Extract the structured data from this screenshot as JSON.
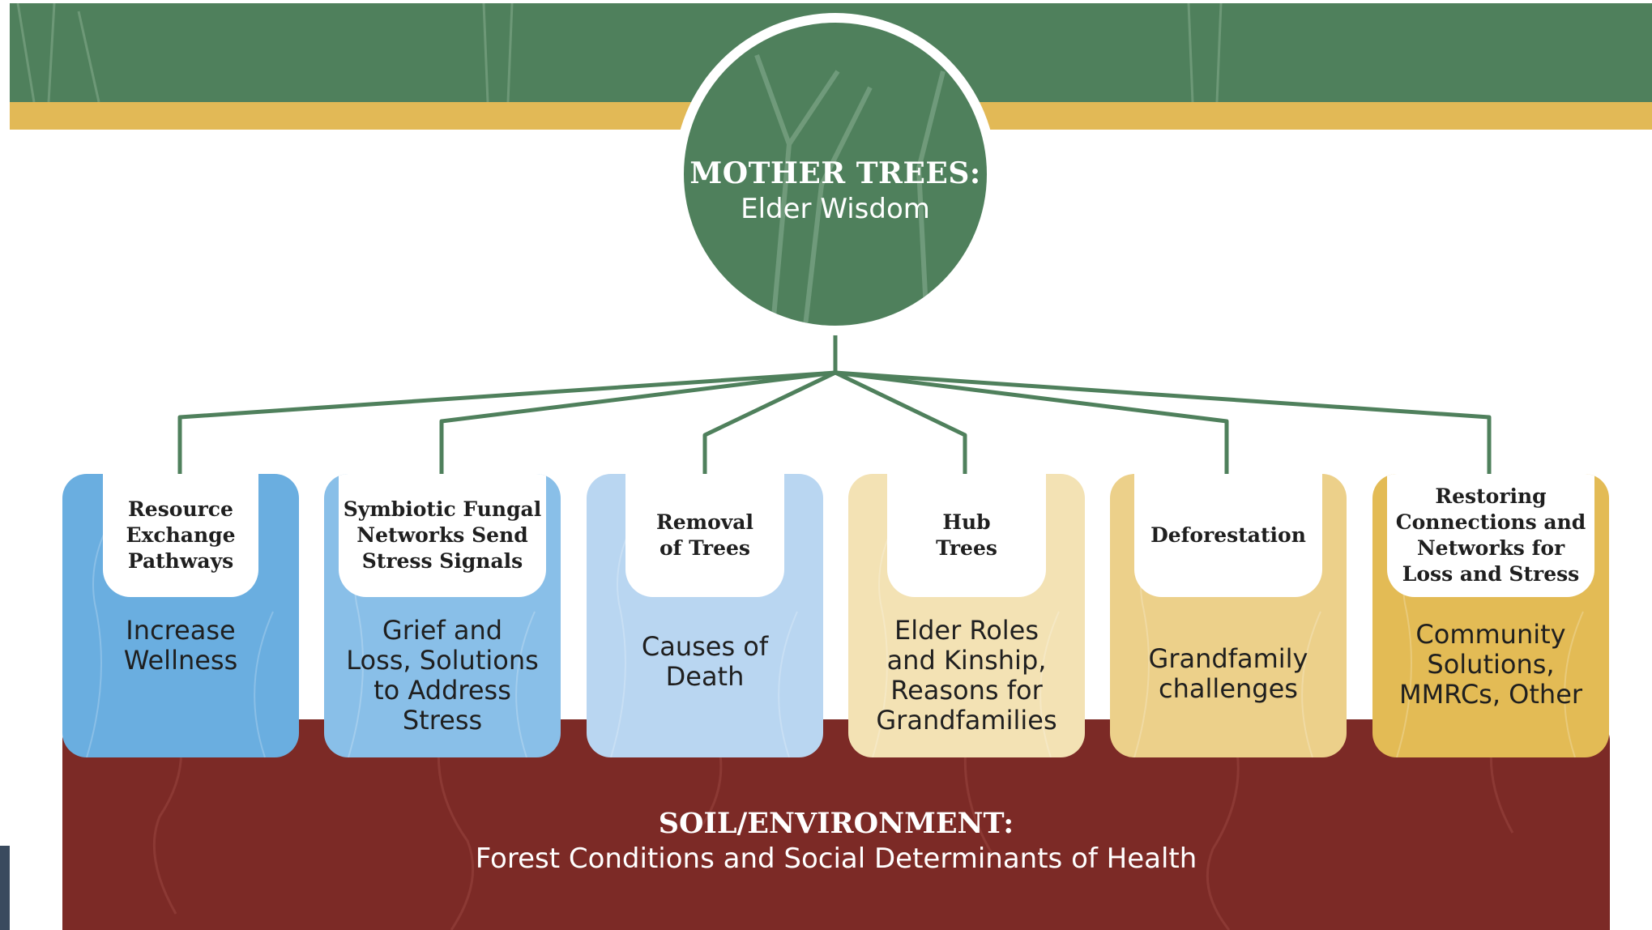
{
  "mother": {
    "title": "MOTHER TREES:",
    "subtitle": "Elder Wisdom",
    "color": "#4f805c"
  },
  "header_colors": {
    "green": "#4f805c",
    "gold": "#e2b956"
  },
  "branches": [
    {
      "tab": "Resource\nExchange\nPathways",
      "body": "Increase\nWellness",
      "color": "#6aaee0"
    },
    {
      "tab": "Symbiotic Fungal\nNetworks Send\nStress Signals",
      "body": "Grief and\nLoss, Solutions\nto Address\nStress",
      "color": "#89bfe8"
    },
    {
      "tab": "Removal\nof Trees",
      "body": "Causes of\nDeath",
      "color": "#b9d6f1"
    },
    {
      "tab": "Hub\nTrees",
      "body": "Elder Roles\nand Kinship,\nReasons for\nGrandfamilies",
      "color": "#f3e2b4"
    },
    {
      "tab": "Deforestation",
      "body": "Grandfamily\nchallenges",
      "color": "#ecd08a"
    },
    {
      "tab": "Restoring\nConnections and\nNetworks for\nLoss and Stress",
      "body": "Community\nSolutions,\nMMRCs, Other",
      "color": "#e3bb55"
    }
  ],
  "soil": {
    "title": "SOIL/ENVIRONMENT:",
    "subtitle": "Forest Conditions and Social Determinants of Health",
    "color": "#7c2a26"
  }
}
